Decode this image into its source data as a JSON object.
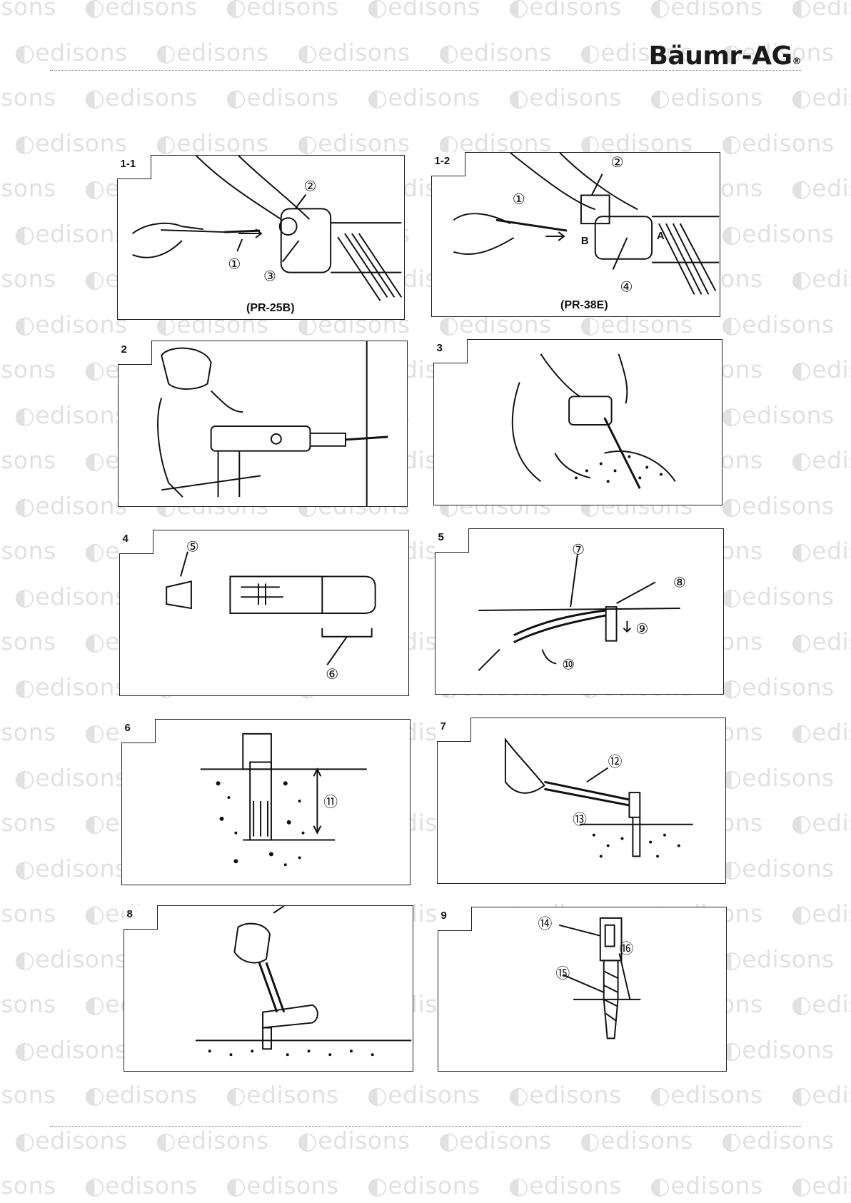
{
  "watermark": {
    "text": "edisons"
  },
  "header": {
    "brand": "Bäumr-AG",
    "reg_mark": "®"
  },
  "figures": [
    {
      "id": "1-1",
      "label": "1-1",
      "model": "(PR-25B)",
      "callouts": [
        "①",
        "②",
        "③"
      ]
    },
    {
      "id": "1-2",
      "label": "1-2",
      "model": "(PR-38E)",
      "callouts": [
        "①",
        "②",
        "④",
        "B",
        "A"
      ]
    },
    {
      "id": "2",
      "label": "2"
    },
    {
      "id": "3",
      "label": "3"
    },
    {
      "id": "4",
      "label": "4",
      "callouts": [
        "⑤",
        "⑥"
      ]
    },
    {
      "id": "5",
      "label": "5",
      "callouts": [
        "⑦",
        "⑧",
        "⑨",
        "⑩"
      ]
    },
    {
      "id": "6",
      "label": "6",
      "callouts": [
        "⑪"
      ]
    },
    {
      "id": "7",
      "label": "7",
      "callouts": [
        "⑫",
        "⑬"
      ]
    },
    {
      "id": "8",
      "label": "8"
    },
    {
      "id": "9",
      "label": "9",
      "callouts": [
        "⑭",
        "⑮",
        "⑯"
      ]
    }
  ]
}
